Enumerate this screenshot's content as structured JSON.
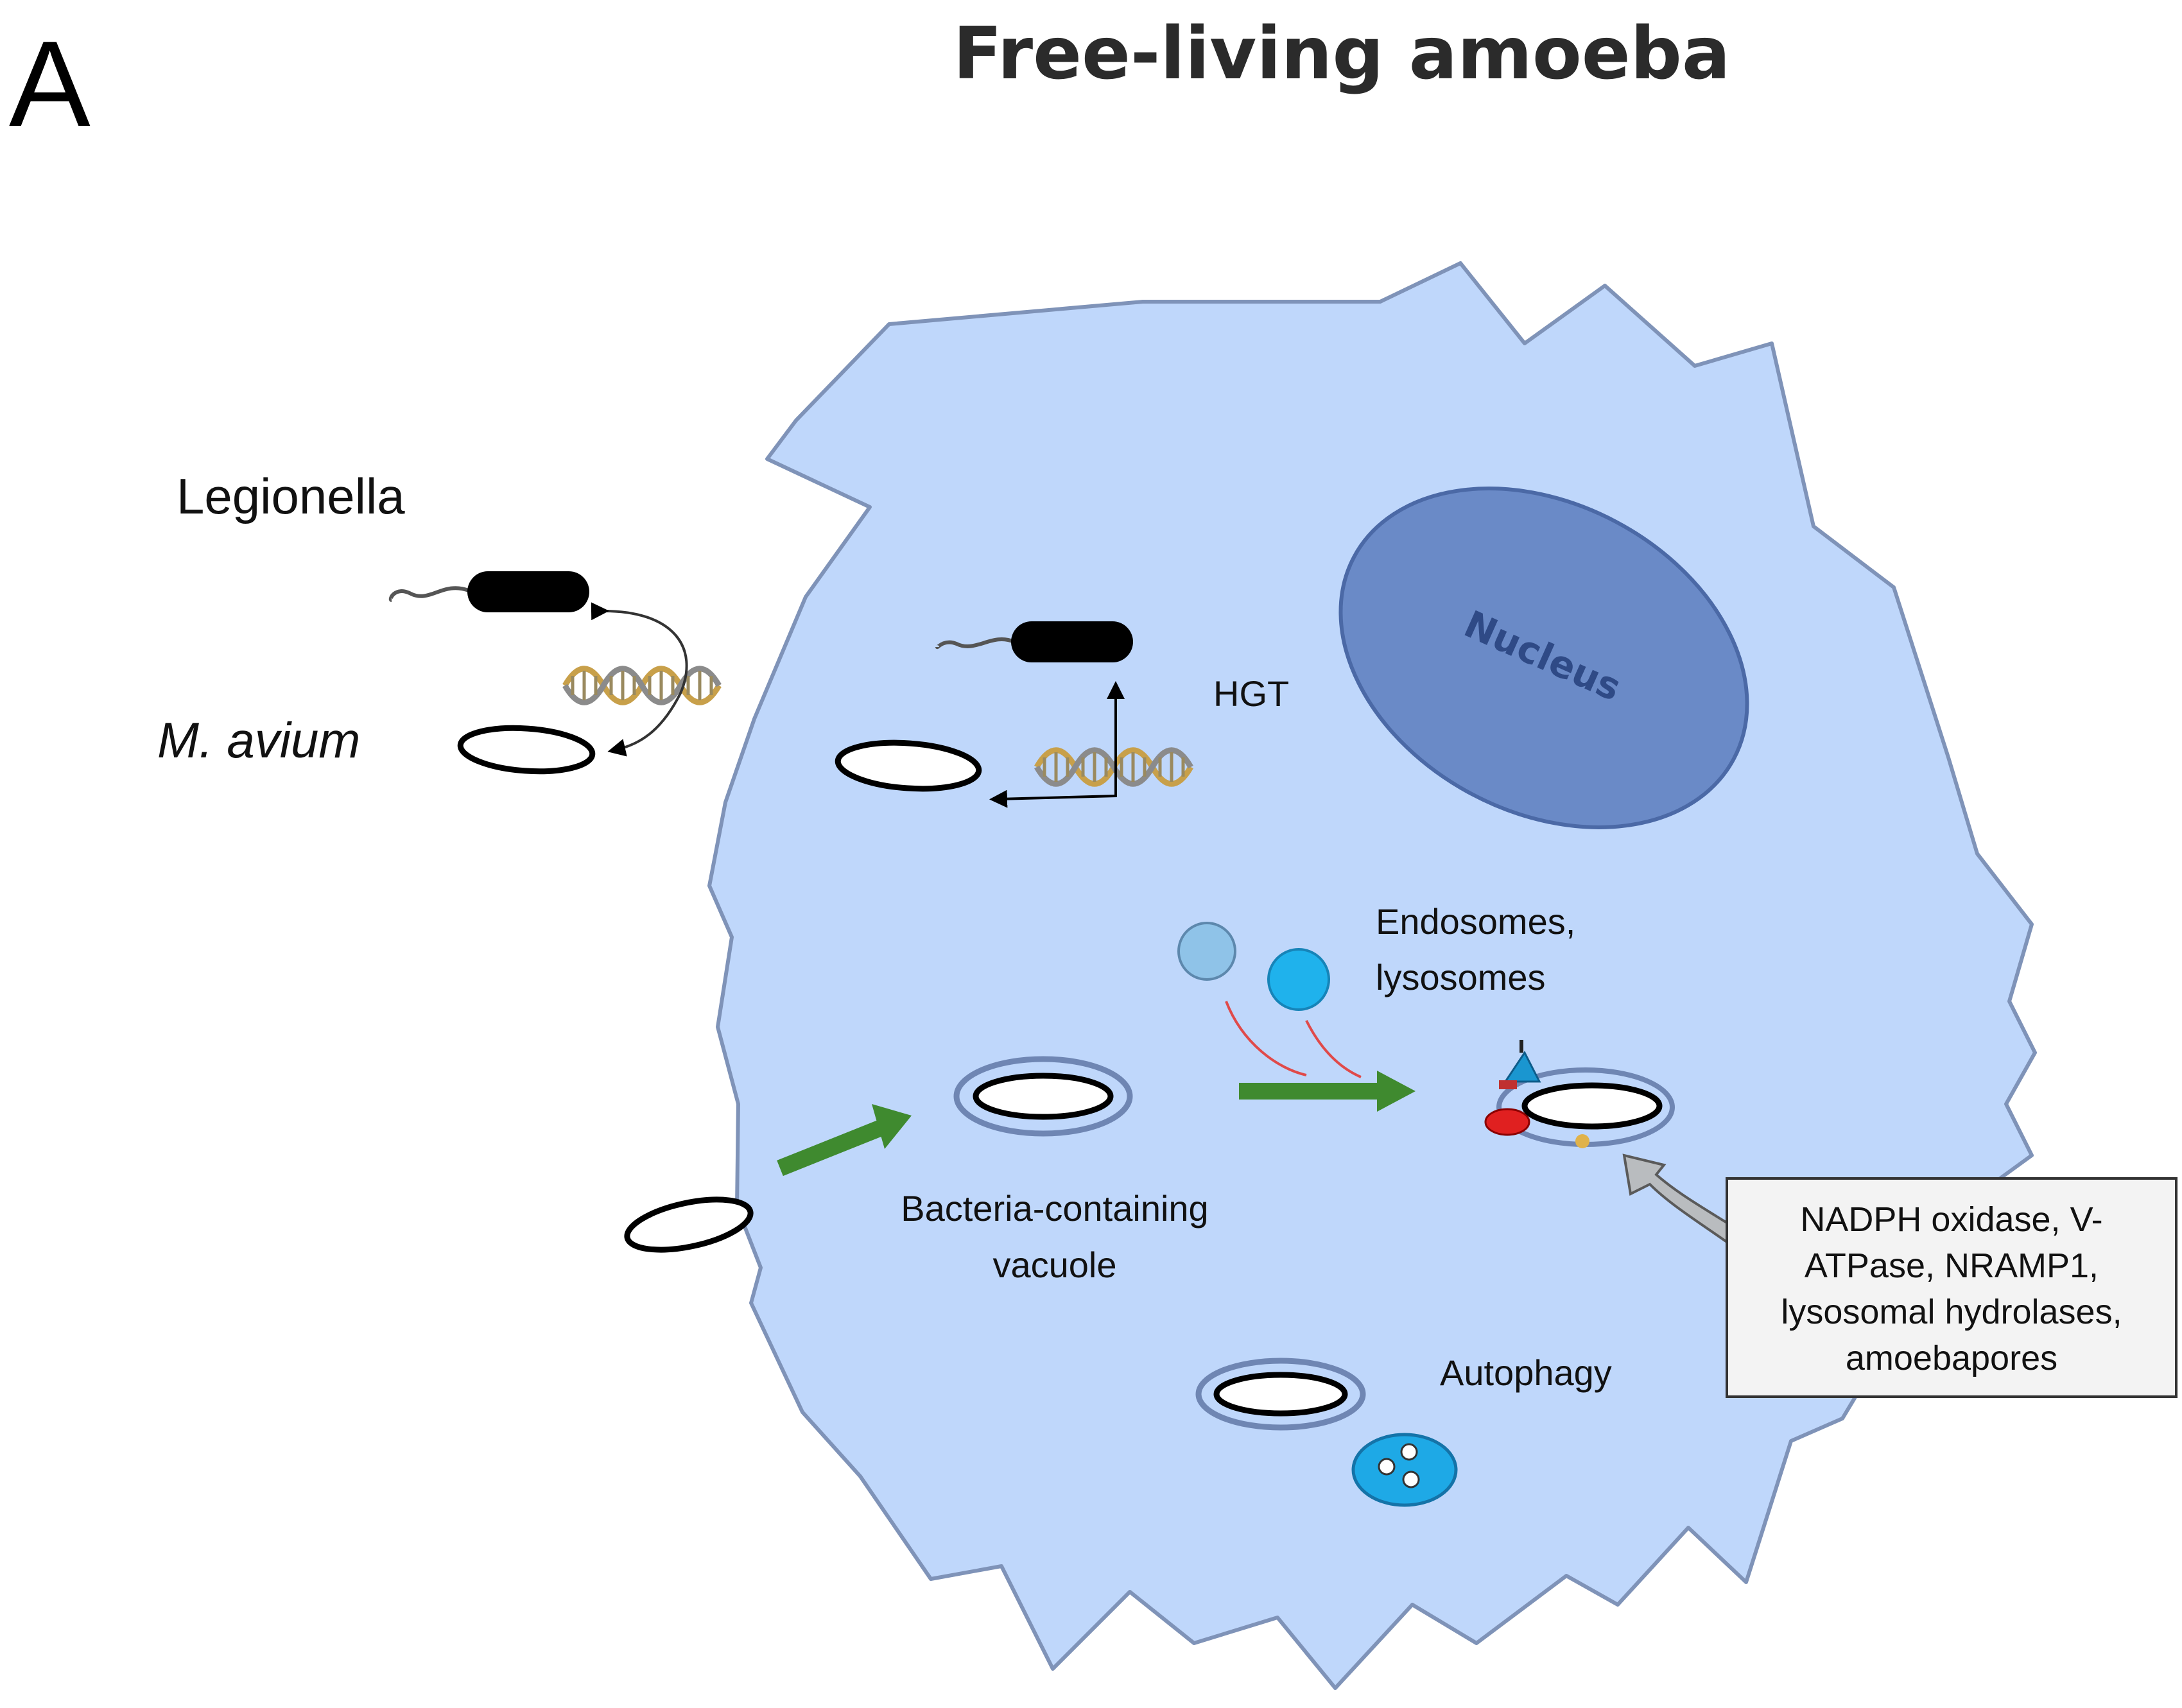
{
  "panel_letter": "A",
  "title": "Free-living amoeba",
  "labels": {
    "legionella": "Legionella",
    "m_avium": "M. avium",
    "hgt": "HGT",
    "nucleus": "Nucleus",
    "endosomes_line1": "Endosomes,",
    "endosomes_line2": "lysosomes",
    "vacuole_line1": "Bacteria-containing",
    "vacuole_line2": "vacuole",
    "autophagy": "Autophagy"
  },
  "defense_box": {
    "lines": [
      "NADPH oxidase, V-",
      "ATPase, NRAMP1,",
      "lysosomal hydrolases,",
      "amoebapores"
    ]
  },
  "colors": {
    "cell_fill": "#bfd7fb",
    "cell_stroke": "#7f93b8",
    "nucleus_fill": "#6a8ac7",
    "nucleus_stroke": "#4b69a6",
    "arrow_green": "#3f8a2f",
    "endosome_light": "#8fc3e8",
    "lysosome_cyan": "#1fb2ec",
    "autophagosome": "#1ea9e6",
    "gray_arrow": "#b9bcbf",
    "box_fill": "#f3f3f3"
  },
  "icons": [
    "dna-helix-icon",
    "bacterium-rod-icon",
    "flagellum-icon"
  ]
}
